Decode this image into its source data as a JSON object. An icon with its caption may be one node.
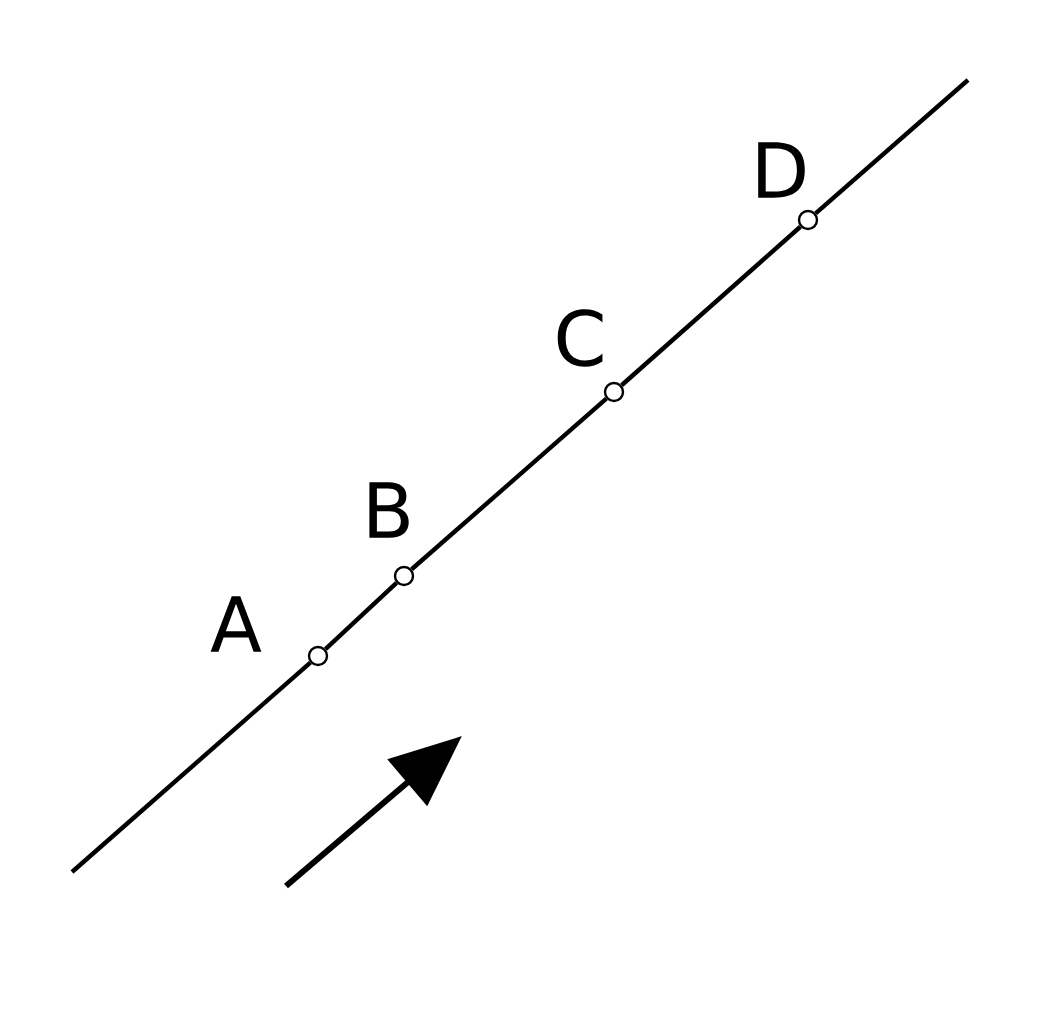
{
  "diagram": {
    "nodes": [
      {
        "text": [],
        "shape": "circle",
        "beside": [
          "A"
        ]
      },
      {
        "text": [],
        "shape": "circle",
        "beside": [
          "B"
        ]
      },
      {
        "text": [],
        "shape": "circle",
        "beside": [
          "C"
        ]
      },
      {
        "text": [],
        "shape": "circle",
        "beside": [
          "D"
        ]
      }
    ],
    "edges": [
      {
        "from": null,
        "to": 0,
        "arrow": "none"
      },
      {
        "from": 0,
        "to": 1,
        "arrow": "none"
      },
      {
        "from": 1,
        "to": 2,
        "arrow": "none"
      },
      {
        "from": 2,
        "to": 3,
        "arrow": "none"
      },
      {
        "from": 3,
        "to": null,
        "arrow": "none"
      }
    ]
  }
}
